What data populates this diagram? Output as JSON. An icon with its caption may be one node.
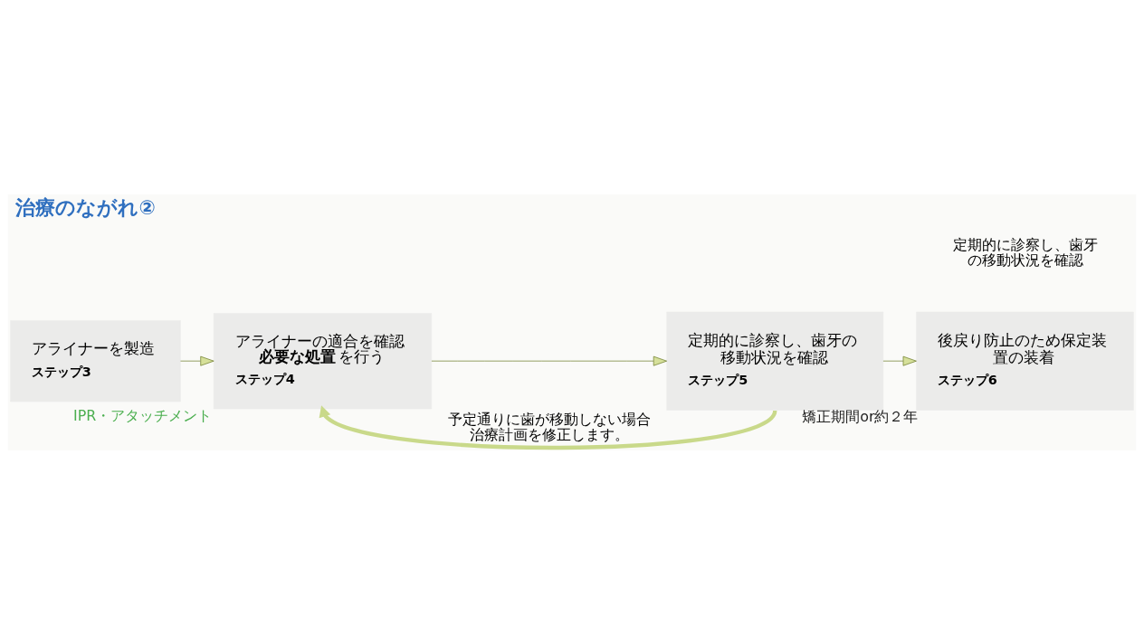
{
  "diagram": {
    "title": "治療のながれ②",
    "nodes": [
      {
        "text": [
          "アライナーを製造",
          "ステップ3"
        ]
      },
      {
        "text": [
          "アライナーの適合を確認**必要な処置**を行う",
          "ステップ4"
        ],
        "beside": [
          "IPR・アタッチメント"
        ]
      },
      {
        "text": [
          "定期的に診察し、歯牙の移動状況を確認",
          "ステップ5"
        ]
      },
      {
        "text": [
          "後戻り防止のため保定装置の装着",
          "ステップ6"
        ],
        "beside": [
          "矯正期間or約２年"
        ]
      }
    ],
    "edges": [
      {
        "from": 0,
        "to": 1,
        "arrow": "to"
      },
      {
        "from": 1,
        "to": 2,
        "arrow": "to"
      },
      {
        "from": 2,
        "to": 3,
        "arrow": "to"
      },
      {
        "from": 2,
        "to": 1,
        "arrow": "to",
        "style": "thick",
        "color": "#c9d98a",
        "label": "予定通りに歯が移動しない場合治療計画を修正します。"
      }
    ],
    "labels": [
      "定期的に診察し、歯牙の移動状況を確認"
    ]
  }
}
